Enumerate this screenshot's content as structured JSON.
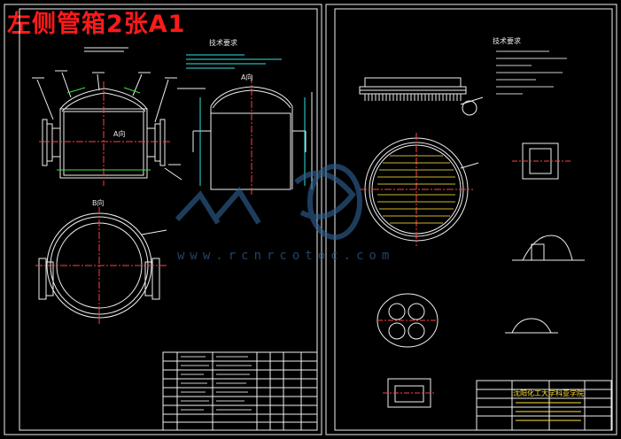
{
  "title_banner": "左侧管箱2张A1",
  "watermark": {
    "url_text": "www.rcnrcotoc.com"
  },
  "sheet_left": {
    "top_view_label": "A向",
    "section_label": "A向",
    "bottom_view_label": "B向",
    "tech_req_title": "技术要求"
  },
  "sheet_right": {
    "tech_req_title": "技术要求",
    "titleblock_org": "沈阳化工大学科亚学院"
  }
}
